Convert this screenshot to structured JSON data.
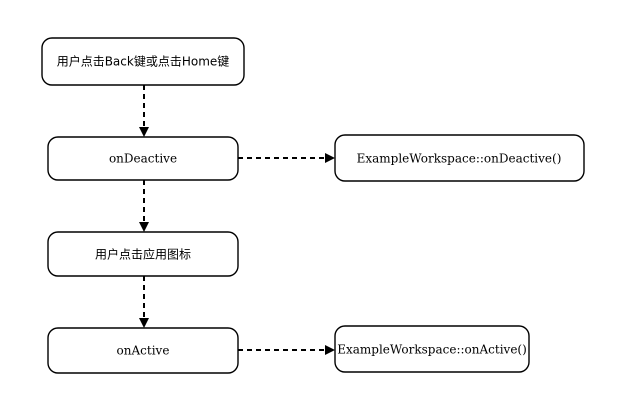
{
  "diagram": {
    "nodes": {
      "trigger_back_home": "用户点击Back键或点击Home键",
      "on_deactive": "onDeactive",
      "example_on_deactive": "ExampleWorkspace::onDeactive()",
      "trigger_app_icon": "用户点击应用图标",
      "on_active": "onActive",
      "example_on_active": "ExampleWorkspace::onActive()"
    },
    "edges": [
      {
        "from": "trigger_back_home",
        "to": "on_deactive",
        "style": "dashed"
      },
      {
        "from": "on_deactive",
        "to": "example_on_deactive",
        "style": "dashed"
      },
      {
        "from": "on_deactive",
        "to": "trigger_app_icon",
        "style": "dashed"
      },
      {
        "from": "trigger_app_icon",
        "to": "on_active",
        "style": "dashed"
      },
      {
        "from": "on_active",
        "to": "example_on_active",
        "style": "dashed"
      }
    ]
  }
}
